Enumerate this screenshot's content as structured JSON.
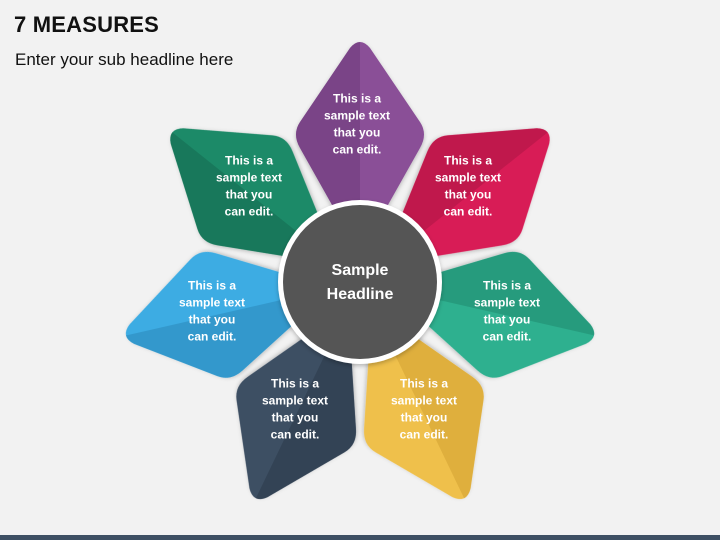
{
  "header": {
    "title": "7 MEASURES",
    "subtitle": "Enter your sub headline here"
  },
  "center": {
    "lines": [
      "Sample",
      "Headline"
    ],
    "color": "#555555"
  },
  "petals": [
    {
      "id": "top",
      "color": "#8a4f97",
      "shade": "#6e3c7a",
      "lines": [
        "This is a",
        "sample text",
        "that you",
        "can edit."
      ]
    },
    {
      "id": "upper-right",
      "color": "#d81f57",
      "shade": "#ad1645",
      "lines": [
        "This is a",
        "sample text",
        "that you",
        "can edit."
      ]
    },
    {
      "id": "right",
      "color": "#2fb08f",
      "shade": "#218a70",
      "lines": [
        "This is a",
        "sample text",
        "that you",
        "can edit."
      ]
    },
    {
      "id": "lower-right",
      "color": "#efc04b",
      "shade": "#d2a133",
      "lines": [
        "This is a",
        "sample text",
        "that you",
        "can edit."
      ]
    },
    {
      "id": "lower-left",
      "color": "#3d4f63",
      "shade": "#2c3b4b",
      "lines": [
        "This is a",
        "sample text",
        "that you",
        "can edit."
      ]
    },
    {
      "id": "left",
      "color": "#3cace3",
      "shade": "#2b88ba",
      "lines": [
        "This is a",
        "sample text",
        "that you",
        "can edit."
      ]
    },
    {
      "id": "upper-left",
      "color": "#1e8a68",
      "shade": "#156a50",
      "lines": [
        "This is a",
        "sample text",
        "that you",
        "can edit."
      ]
    }
  ]
}
